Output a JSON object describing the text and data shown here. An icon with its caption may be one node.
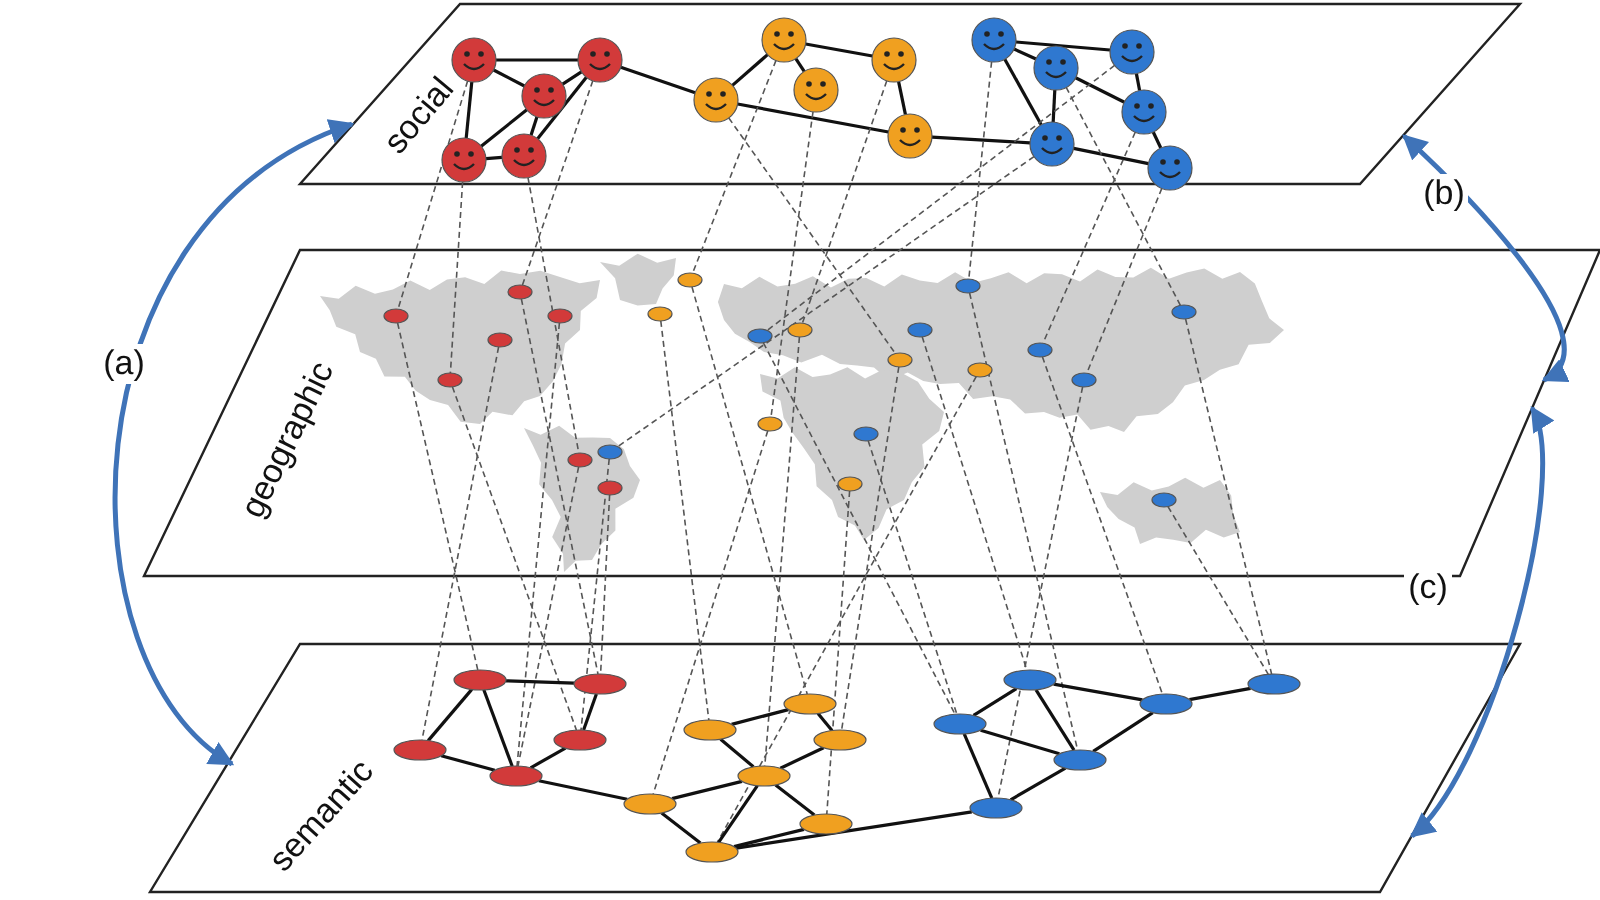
{
  "diagram": {
    "nodes": [
      {
        "text": [
          "social"
        ]
      },
      {
        "text": [
          "geographic"
        ]
      },
      {
        "text": [
          "semantic"
        ]
      },
      {
        "text": [],
        "shape": "circle",
        "in": 0
      },
      {
        "text": [],
        "shape": "circle",
        "in": 0
      },
      {
        "text": [],
        "shape": "circle",
        "in": 0
      },
      {
        "text": [],
        "shape": "circle",
        "in": 0
      },
      {
        "text": [],
        "shape": "circle",
        "in": 0
      },
      {
        "text": [],
        "shape": "circle",
        "in": 0
      },
      {
        "text": [],
        "shape": "circle",
        "in": 0
      },
      {
        "text": [],
        "shape": "circle",
        "in": 0
      },
      {
        "text": [],
        "shape": "circle",
        "in": 0
      },
      {
        "text": [],
        "shape": "circle",
        "in": 0
      },
      {
        "text": [],
        "shape": "circle",
        "in": 0
      },
      {
        "text": [],
        "shape": "circle",
        "in": 0
      },
      {
        "text": [],
        "shape": "circle",
        "in": 0
      },
      {
        "text": [],
        "shape": "circle",
        "in": 0
      },
      {
        "text": [],
        "shape": "circle",
        "in": 0
      },
      {
        "text": [],
        "shape": "circle",
        "in": 0
      },
      {
        "text": [],
        "shape": "ellipse",
        "in": 1
      },
      {
        "text": [],
        "shape": "ellipse",
        "in": 1
      },
      {
        "text": [],
        "shape": "ellipse",
        "in": 1
      },
      {
        "text": [],
        "shape": "ellipse",
        "in": 1
      },
      {
        "text": [],
        "shape": "ellipse",
        "in": 1
      },
      {
        "text": [],
        "shape": "ellipse",
        "in": 1
      },
      {
        "text": [],
        "shape": "ellipse",
        "in": 1
      },
      {
        "text": [],
        "shape": "ellipse",
        "in": 1
      },
      {
        "text": [],
        "shape": "ellipse",
        "in": 1
      },
      {
        "text": [],
        "shape": "ellipse",
        "in": 1
      },
      {
        "text": [],
        "shape": "ellipse",
        "in": 1
      },
      {
        "text": [],
        "shape": "ellipse",
        "in": 1
      },
      {
        "text": [],
        "shape": "ellipse",
        "in": 1
      },
      {
        "text": [],
        "shape": "ellipse",
        "in": 1
      },
      {
        "text": [],
        "shape": "ellipse",
        "in": 1
      },
      {
        "text": [],
        "shape": "ellipse",
        "in": 1
      },
      {
        "text": [],
        "shape": "ellipse",
        "in": 1
      },
      {
        "text": [],
        "shape": "ellipse",
        "in": 1
      },
      {
        "text": [],
        "shape": "ellipse",
        "in": 1
      },
      {
        "text": [],
        "shape": "ellipse",
        "in": 1
      },
      {
        "text": [],
        "shape": "ellipse",
        "in": 1
      },
      {
        "text": [],
        "shape": "ellipse",
        "in": 1
      },
      {
        "text": [],
        "shape": "ellipse",
        "in": 1
      },
      {
        "text": [],
        "shape": "ellipse",
        "in": 2
      },
      {
        "text": [],
        "shape": "ellipse",
        "in": 2
      },
      {
        "text": [],
        "shape": "ellipse",
        "in": 2
      },
      {
        "text": [],
        "shape": "ellipse",
        "in": 2
      },
      {
        "text": [],
        "shape": "ellipse",
        "in": 2
      },
      {
        "text": [],
        "shape": "ellipse",
        "in": 2
      },
      {
        "text": [],
        "shape": "ellipse",
        "in": 2
      },
      {
        "text": [],
        "shape": "ellipse",
        "in": 2
      },
      {
        "text": [],
        "shape": "ellipse",
        "in": 2
      },
      {
        "text": [],
        "shape": "ellipse",
        "in": 2
      },
      {
        "text": [],
        "shape": "ellipse",
        "in": 2
      },
      {
        "text": [],
        "shape": "ellipse",
        "in": 2
      },
      {
        "text": [],
        "shape": "ellipse",
        "in": 2
      },
      {
        "text": [],
        "shape": "ellipse",
        "in": 2
      },
      {
        "text": [],
        "shape": "ellipse",
        "in": 2
      },
      {
        "text": [],
        "shape": "ellipse",
        "in": 2
      },
      {
        "text": [],
        "shape": "ellipse",
        "in": 2
      },
      {
        "text": [],
        "shape": "ellipse",
        "in": 2
      }
    ],
    "edges": [
      {
        "from": 0,
        "to": 2,
        "arrow": "both",
        "label": "(a)",
        "color": "#3f73b8"
      },
      {
        "from": 0,
        "to": 1,
        "arrow": "both",
        "label": "(b)",
        "color": "#3f73b8"
      },
      {
        "from": 1,
        "to": 2,
        "arrow": "both",
        "label": "(c)",
        "color": "#3f73b8"
      },
      {
        "from": 3,
        "to": 4,
        "arrow": "none"
      },
      {
        "from": 3,
        "to": 5,
        "arrow": "none"
      },
      {
        "from": 3,
        "to": 7,
        "arrow": "none"
      },
      {
        "from": 4,
        "to": 6,
        "arrow": "none"
      },
      {
        "from": 5,
        "to": 6,
        "arrow": "none"
      },
      {
        "from": 4,
        "to": 7,
        "arrow": "none"
      },
      {
        "from": 6,
        "to": 7,
        "arrow": "none"
      },
      {
        "from": 5,
        "to": 7,
        "arrow": "none"
      },
      {
        "from": 4,
        "to": 10,
        "arrow": "none"
      },
      {
        "from": 8,
        "to": 9,
        "arrow": "none"
      },
      {
        "from": 8,
        "to": 10,
        "arrow": "none"
      },
      {
        "from": 9,
        "to": 11,
        "arrow": "none"
      },
      {
        "from": 10,
        "to": 11,
        "arrow": "none"
      },
      {
        "from": 8,
        "to": 12,
        "arrow": "none"
      },
      {
        "from": 11,
        "to": 15,
        "arrow": "none"
      },
      {
        "from": 13,
        "to": 14,
        "arrow": "none"
      },
      {
        "from": 13,
        "to": 15,
        "arrow": "none"
      },
      {
        "from": 14,
        "to": 16,
        "arrow": "none"
      },
      {
        "from": 15,
        "to": 17,
        "arrow": "none"
      },
      {
        "from": 16,
        "to": 17,
        "arrow": "none"
      },
      {
        "from": 13,
        "to": 18,
        "arrow": "none"
      },
      {
        "from": 18,
        "to": 16,
        "arrow": "none"
      },
      {
        "from": 15,
        "to": 18,
        "arrow": "none"
      },
      {
        "from": 3,
        "to": 19,
        "arrow": "none",
        "style": "dashed",
        "color": "#555555"
      },
      {
        "from": 4,
        "to": 20,
        "arrow": "none",
        "style": "dashed",
        "color": "#555555"
      },
      {
        "from": 5,
        "to": 23,
        "arrow": "none",
        "style": "dashed",
        "color": "#555555"
      },
      {
        "from": 6,
        "to": 25,
        "arrow": "none",
        "style": "dashed",
        "color": "#555555"
      },
      {
        "from": 8,
        "to": 27,
        "arrow": "none",
        "style": "dashed",
        "color": "#555555"
      },
      {
        "from": 9,
        "to": 28,
        "arrow": "none",
        "style": "dashed",
        "color": "#555555"
      },
      {
        "from": 10,
        "to": 29,
        "arrow": "none",
        "style": "dashed",
        "color": "#555555"
      },
      {
        "from": 12,
        "to": 30,
        "arrow": "none",
        "style": "dashed",
        "color": "#555555"
      },
      {
        "from": 13,
        "to": 35,
        "arrow": "none",
        "style": "dashed",
        "color": "#555555"
      },
      {
        "from": 14,
        "to": 33,
        "arrow": "none",
        "style": "dashed",
        "color": "#555555"
      },
      {
        "from": 16,
        "to": 37,
        "arrow": "none",
        "style": "dashed",
        "color": "#555555"
      },
      {
        "from": 17,
        "to": 38,
        "arrow": "none",
        "style": "dashed",
        "color": "#555555"
      },
      {
        "from": 18,
        "to": 39,
        "arrow": "none",
        "style": "dashed",
        "color": "#555555"
      },
      {
        "from": 15,
        "to": 41,
        "arrow": "none",
        "style": "dashed",
        "color": "#555555"
      },
      {
        "from": 19,
        "to": 42,
        "arrow": "none",
        "style": "dashed",
        "color": "#555555"
      },
      {
        "from": 20,
        "to": 43,
        "arrow": "none",
        "style": "dashed",
        "color": "#555555"
      },
      {
        "from": 21,
        "to": 44,
        "arrow": "none",
        "style": "dashed",
        "color": "#555555"
      },
      {
        "from": 22,
        "to": 45,
        "arrow": "none",
        "style": "dashed",
        "color": "#555555"
      },
      {
        "from": 23,
        "to": 46,
        "arrow": "none",
        "style": "dashed",
        "color": "#555555"
      },
      {
        "from": 24,
        "to": 43,
        "arrow": "none",
        "style": "dashed",
        "color": "#555555"
      },
      {
        "from": 25,
        "to": 45,
        "arrow": "none",
        "style": "dashed",
        "color": "#555555"
      },
      {
        "from": 26,
        "to": 47,
        "arrow": "none",
        "style": "dashed",
        "color": "#555555"
      },
      {
        "from": 27,
        "to": 48,
        "arrow": "none",
        "style": "dashed",
        "color": "#555555"
      },
      {
        "from": 28,
        "to": 49,
        "arrow": "none",
        "style": "dashed",
        "color": "#555555"
      },
      {
        "from": 29,
        "to": 50,
        "arrow": "none",
        "style": "dashed",
        "color": "#555555"
      },
      {
        "from": 30,
        "to": 51,
        "arrow": "none",
        "style": "dashed",
        "color": "#555555"
      },
      {
        "from": 31,
        "to": 53,
        "arrow": "none",
        "style": "dashed",
        "color": "#555555"
      },
      {
        "from": 32,
        "to": 52,
        "arrow": "none",
        "style": "dashed",
        "color": "#555555"
      },
      {
        "from": 33,
        "to": 57,
        "arrow": "none",
        "style": "dashed",
        "color": "#555555"
      },
      {
        "from": 34,
        "to": 54,
        "arrow": "none",
        "style": "dashed",
        "color": "#555555"
      },
      {
        "from": 35,
        "to": 58,
        "arrow": "none",
        "style": "dashed",
        "color": "#555555"
      },
      {
        "from": 36,
        "to": 57,
        "arrow": "none",
        "style": "dashed",
        "color": "#555555"
      },
      {
        "from": 37,
        "to": 55,
        "arrow": "none",
        "style": "dashed",
        "color": "#555555"
      },
      {
        "from": 38,
        "to": 59,
        "arrow": "none",
        "style": "dashed",
        "color": "#555555"
      },
      {
        "from": 39,
        "to": 56,
        "arrow": "none",
        "style": "dashed",
        "color": "#555555"
      },
      {
        "from": 40,
        "to": 56,
        "arrow": "none",
        "style": "dashed",
        "color": "#555555"
      },
      {
        "from": 41,
        "to": 46,
        "arrow": "none",
        "style": "dashed",
        "color": "#555555"
      },
      {
        "from": 42,
        "to": 43,
        "arrow": "none"
      },
      {
        "from": 42,
        "to": 44,
        "arrow": "none"
      },
      {
        "from": 43,
        "to": 46,
        "arrow": "none"
      },
      {
        "from": 44,
        "to": 45,
        "arrow": "none"
      },
      {
        "from": 45,
        "to": 46,
        "arrow": "none"
      },
      {
        "from": 42,
        "to": 45,
        "arrow": "none"
      },
      {
        "from": 45,
        "to": 51,
        "arrow": "none"
      },
      {
        "from": 47,
        "to": 48,
        "arrow": "none"
      },
      {
        "from": 47,
        "to": 49,
        "arrow": "none"
      },
      {
        "from": 48,
        "to": 50,
        "arrow": "none"
      },
      {
        "from": 49,
        "to": 50,
        "arrow": "none"
      },
      {
        "from": 49,
        "to": 53,
        "arrow": "none"
      },
      {
        "from": 51,
        "to": 52,
        "arrow": "none"
      },
      {
        "from": 52,
        "to": 53,
        "arrow": "none"
      },
      {
        "from": 49,
        "to": 52,
        "arrow": "none"
      },
      {
        "from": 51,
        "to": 49,
        "arrow": "none"
      },
      {
        "from": 52,
        "to": 59,
        "arrow": "none"
      },
      {
        "from": 54,
        "to": 55,
        "arrow": "none"
      },
      {
        "from": 54,
        "to": 57,
        "arrow": "none"
      },
      {
        "from": 55,
        "to": 56,
        "arrow": "none"
      },
      {
        "from": 55,
        "to": 58,
        "arrow": "none"
      },
      {
        "from": 57,
        "to": 58,
        "arrow": "none"
      },
      {
        "from": 58,
        "to": 59,
        "arrow": "none"
      },
      {
        "from": 57,
        "to": 59,
        "arrow": "none"
      },
      {
        "from": 54,
        "to": 58,
        "arrow": "none"
      }
    ]
  }
}
